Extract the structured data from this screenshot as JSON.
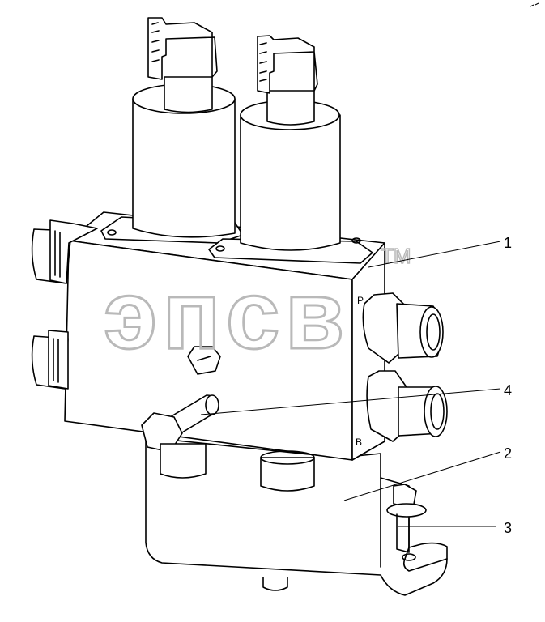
{
  "watermark": {
    "text": "эпсв",
    "trademark": "TM"
  },
  "callouts": [
    {
      "id": "1",
      "label": "1"
    },
    {
      "id": "4",
      "label": "4"
    },
    {
      "id": "2",
      "label": "2"
    },
    {
      "id": "3",
      "label": "3"
    }
  ],
  "port_marks": {
    "upper": "P",
    "lower": "B"
  }
}
